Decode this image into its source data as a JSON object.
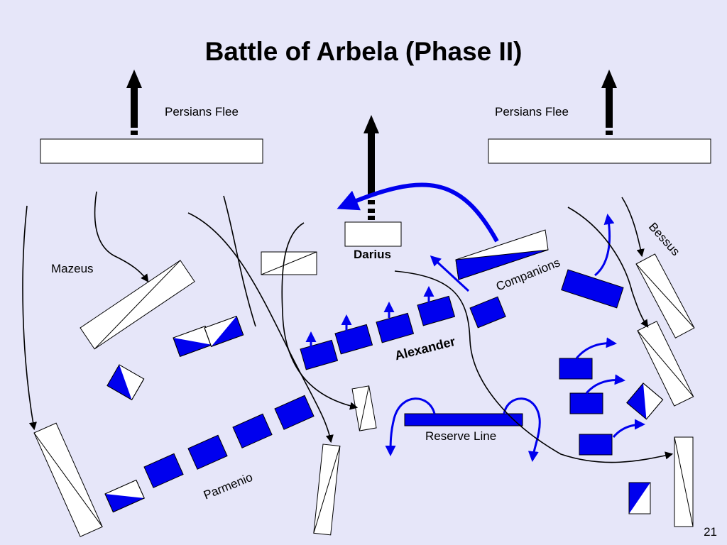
{
  "title": "Battle of Arbela (Phase II)",
  "labels": {
    "persians_flee_left": "Persians Flee",
    "persians_flee_right": "Persians Flee",
    "darius": "Darius",
    "mazeus": "Mazeus",
    "companions": "Companions",
    "bessus": "Bessus",
    "alexander": "Alexander",
    "reserve_line": "Reserve Line",
    "parmenio": "Parmenio"
  },
  "page_number": "21",
  "colors": {
    "background": "#e6e6f9",
    "macedonian": "#0000ee",
    "persian": "#ffffff",
    "arrow": "#000000"
  }
}
